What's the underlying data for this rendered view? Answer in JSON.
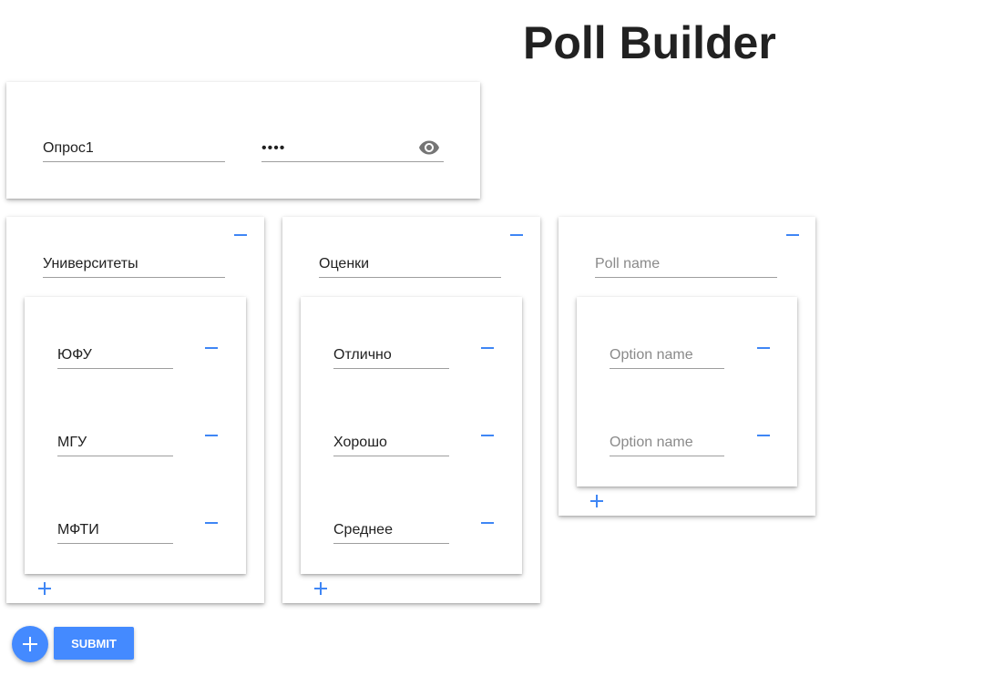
{
  "page": {
    "title": "Poll Builder"
  },
  "header_card": {
    "poll_title_value": "Опрос1",
    "password_value": "••••",
    "eye_icon": "eye-icon"
  },
  "polls": [
    {
      "name_value": "Университеты",
      "name_placeholder": "Poll name",
      "options": [
        {
          "value": "ЮФУ",
          "placeholder": "Option name"
        },
        {
          "value": "МГУ",
          "placeholder": "Option name"
        },
        {
          "value": "МФТИ",
          "placeholder": "Option name"
        }
      ]
    },
    {
      "name_value": "Оценки",
      "name_placeholder": "Poll name",
      "options": [
        {
          "value": "Отлично",
          "placeholder": "Option name"
        },
        {
          "value": "Хорошо",
          "placeholder": "Option name"
        },
        {
          "value": "Среднее",
          "placeholder": "Option name"
        }
      ]
    },
    {
      "name_value": "",
      "name_placeholder": "Poll name",
      "options": [
        {
          "value": "",
          "placeholder": "Option name"
        },
        {
          "value": "",
          "placeholder": "Option name"
        }
      ]
    }
  ],
  "actions": {
    "submit_label": "SUBMIT"
  },
  "colors": {
    "accent": "#448aff",
    "icon_blue": "#3f86f5",
    "underline": "#9e9e9e"
  }
}
